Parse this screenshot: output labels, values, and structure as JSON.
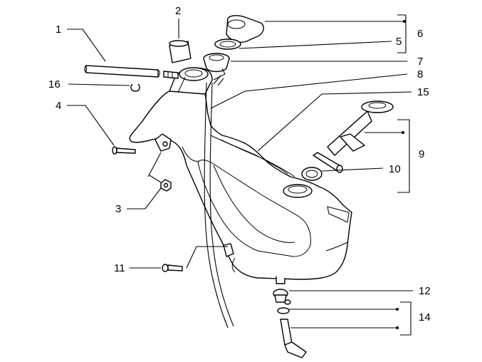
{
  "diagram": {
    "callouts": [
      {
        "id": "c1",
        "text": "1"
      },
      {
        "id": "c2",
        "text": "2"
      },
      {
        "id": "c3",
        "text": "3"
      },
      {
        "id": "c4",
        "text": "4"
      },
      {
        "id": "c5",
        "text": "5"
      },
      {
        "id": "c6",
        "text": "6"
      },
      {
        "id": "c7",
        "text": "7"
      },
      {
        "id": "c8",
        "text": "8"
      },
      {
        "id": "c9",
        "text": "9"
      },
      {
        "id": "c10",
        "text": "10"
      },
      {
        "id": "c11",
        "text": "11"
      },
      {
        "id": "c12",
        "text": "12"
      },
      {
        "id": "c14",
        "text": "14"
      },
      {
        "id": "c15",
        "text": "15"
      },
      {
        "id": "c16",
        "text": "16"
      }
    ]
  }
}
